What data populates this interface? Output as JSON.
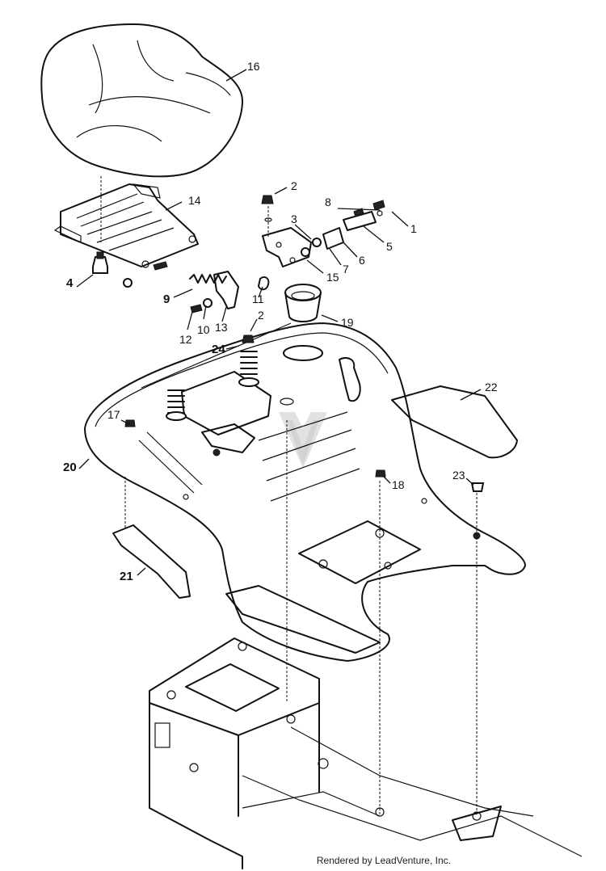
{
  "diagram": {
    "callouts": [
      {
        "id": "1",
        "label": "1"
      },
      {
        "id": "2a",
        "label": "2"
      },
      {
        "id": "2b",
        "label": "2"
      },
      {
        "id": "3",
        "label": "3"
      },
      {
        "id": "4",
        "label": "4"
      },
      {
        "id": "5",
        "label": "5"
      },
      {
        "id": "6",
        "label": "6"
      },
      {
        "id": "7",
        "label": "7"
      },
      {
        "id": "8",
        "label": "8"
      },
      {
        "id": "9",
        "label": "9"
      },
      {
        "id": "10",
        "label": "10"
      },
      {
        "id": "11",
        "label": "11"
      },
      {
        "id": "12",
        "label": "12"
      },
      {
        "id": "13",
        "label": "13"
      },
      {
        "id": "14",
        "label": "14"
      },
      {
        "id": "15",
        "label": "15"
      },
      {
        "id": "16",
        "label": "16"
      },
      {
        "id": "17",
        "label": "17"
      },
      {
        "id": "18",
        "label": "18"
      },
      {
        "id": "19",
        "label": "19"
      },
      {
        "id": "20",
        "label": "20"
      },
      {
        "id": "21",
        "label": "21"
      },
      {
        "id": "22",
        "label": "22"
      },
      {
        "id": "23",
        "label": "23"
      },
      {
        "id": "24",
        "label": "24"
      }
    ],
    "credit": "Rendered by LeadVenture, Inc.",
    "watermark_icon": "leadventure-logo-icon"
  }
}
